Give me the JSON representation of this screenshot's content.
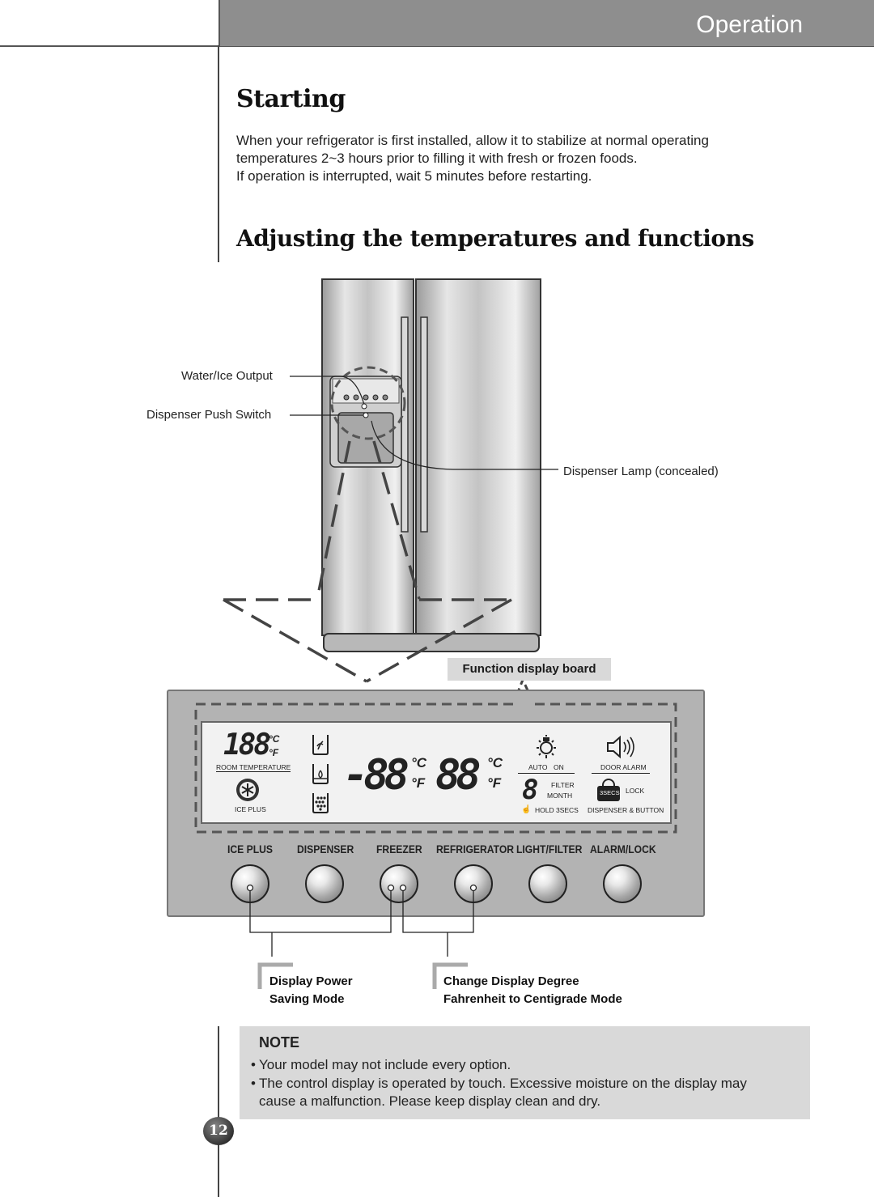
{
  "header": {
    "section": "Operation"
  },
  "starting": {
    "heading": "Starting",
    "lines": [
      "When your refrigerator is first installed, allow it to stabilize at normal operating",
      "temperatures 2~3 hours prior to filling it with fresh or frozen foods.",
      "If operation is interrupted, wait 5 minutes before restarting."
    ]
  },
  "adjusting": {
    "heading": "Adjusting the temperatures and functions"
  },
  "callouts": {
    "water_ice": "Water/Ice Output",
    "push_switch": "Dispenser Push Switch",
    "lamp": "Dispenser Lamp (concealed)",
    "board": "Function display board"
  },
  "display": {
    "room_digits": "188",
    "celsius": "°C",
    "fahrenheit": "°F",
    "room_temperature": "ROOM TEMPERATURE",
    "ice_plus": "ICE PLUS",
    "freezer_digits": "-88",
    "fridge_digits": "88",
    "filter_digit": "8",
    "auto": "AUTO",
    "on": "ON",
    "filter": "FILTER",
    "month": "MONTH",
    "hold": "HOLD 3SECS",
    "door_alarm": "DOOR ALARM",
    "secs": "3SECS",
    "lock": "LOCK",
    "dispenser_button": "DISPENSER & BUTTON"
  },
  "buttons": [
    "ICE PLUS",
    "DISPENSER",
    "FREEZER",
    "REFRIGERATOR",
    "LIGHT/FILTER",
    "ALARM/LOCK"
  ],
  "modes": {
    "power_saving": [
      "Display Power",
      "Saving Mode"
    ],
    "degree": [
      "Change Display Degree",
      "Fahrenheit to Centigrade Mode"
    ]
  },
  "note": {
    "title": "NOTE",
    "items": [
      "Your model may not include every option.",
      "The control display is operated by touch. Excessive moisture on the display may",
      "cause a malfunction. Please keep display clean and dry."
    ]
  },
  "page_number": "12"
}
